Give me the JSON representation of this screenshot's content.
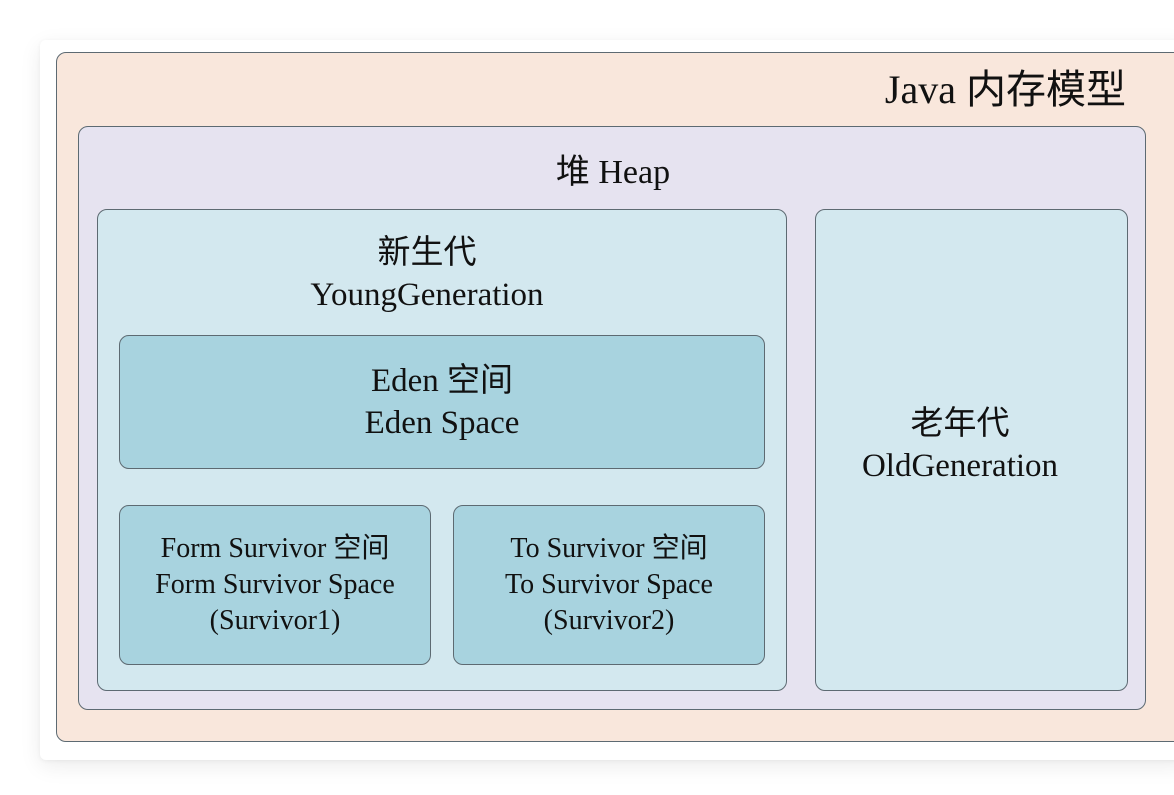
{
  "diagram": {
    "title": "Java 内存模型",
    "heap": {
      "title": "堆 Heap",
      "young_generation": {
        "title_cn": "新生代",
        "title_en": "YoungGeneration",
        "eden": {
          "line1": "Eden 空间",
          "line2": "Eden Space"
        },
        "from_survivor": {
          "line1": "Form Survivor 空间",
          "line2": "Form Survivor Space",
          "line3": "(Survivor1)"
        },
        "to_survivor": {
          "line1": "To Survivor 空间",
          "line2": "To Survivor Space",
          "line3": "(Survivor2)"
        }
      },
      "old_generation": {
        "title_cn": "老年代",
        "title_en": "OldGeneration"
      }
    }
  },
  "colors": {
    "outer_fill": "#f9e7dc",
    "heap_fill": "#e6e3f0",
    "generation_fill": "#d3e8ef",
    "space_fill": "#a8d3df",
    "border": "#5d6a72"
  }
}
